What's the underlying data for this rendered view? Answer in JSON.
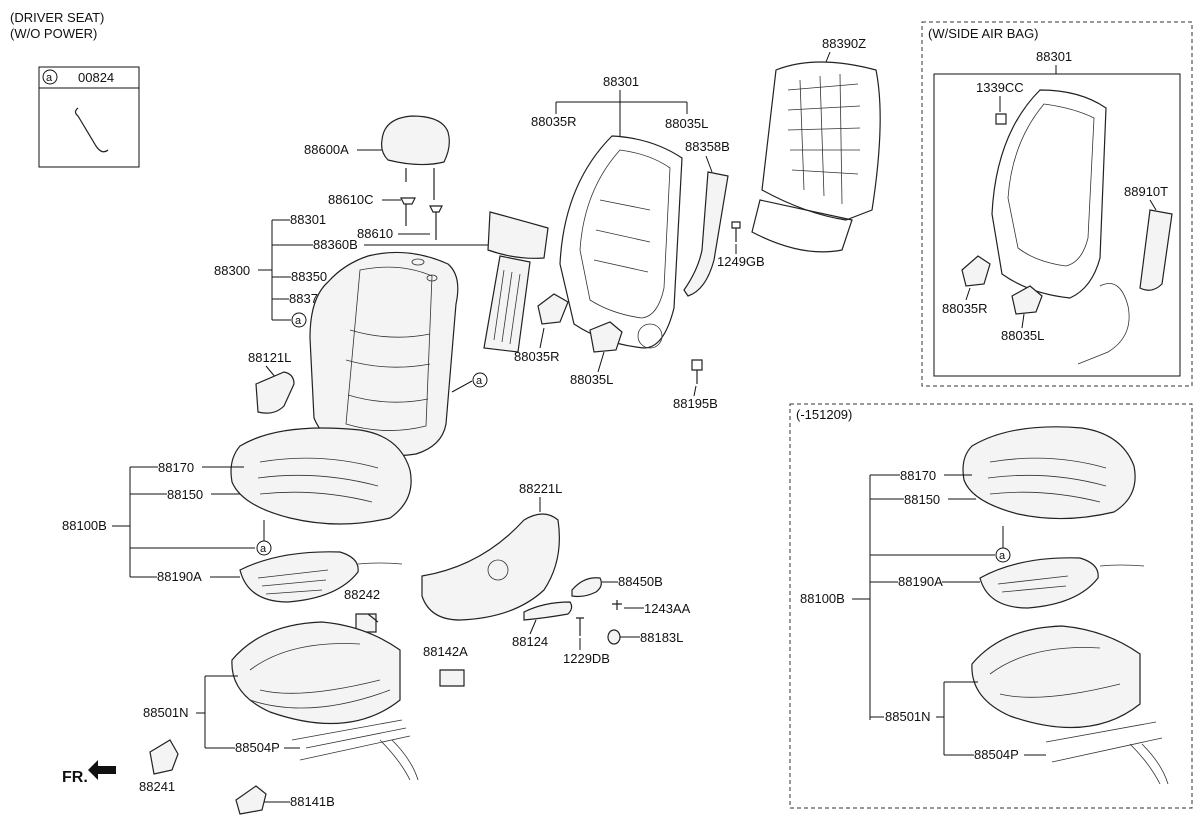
{
  "header": {
    "line1": "(DRIVER SEAT)",
    "line2": "(W/O POWER)"
  },
  "legend": {
    "marker": "a",
    "part": "00824"
  },
  "marker_a": "a",
  "side_airbag": {
    "title": "(W/SIDE AIR BAG)"
  },
  "variant": {
    "title": "(-151209)"
  },
  "front_label": "FR.",
  "parts": {
    "p88600A": "88600A",
    "p88610C": "88610C",
    "p88610": "88610",
    "p88301": "88301",
    "p88360B": "88360B",
    "p88300": "88300",
    "p88350": "88350",
    "p88370": "88370",
    "p88121L": "88121L",
    "p88170": "88170",
    "p88150": "88150",
    "p88100B": "88100B",
    "p88190A": "88190A",
    "p88242": "88242",
    "p88142A": "88142A",
    "p88501N": "88501N",
    "p88504P": "88504P",
    "p88241": "88241",
    "p88141B": "88141B",
    "p88035R": "88035R",
    "p88035L": "88035L",
    "p88358B": "88358B",
    "p88390Z": "88390Z",
    "p1249GB": "1249GB",
    "p88195B": "88195B",
    "p88221L": "88221L",
    "p88450B": "88450B",
    "p1243AA": "1243AA",
    "p88124": "88124",
    "p1229DB": "1229DB",
    "p88183L": "88183L",
    "p1339CC": "1339CC",
    "p88910T": "88910T"
  }
}
